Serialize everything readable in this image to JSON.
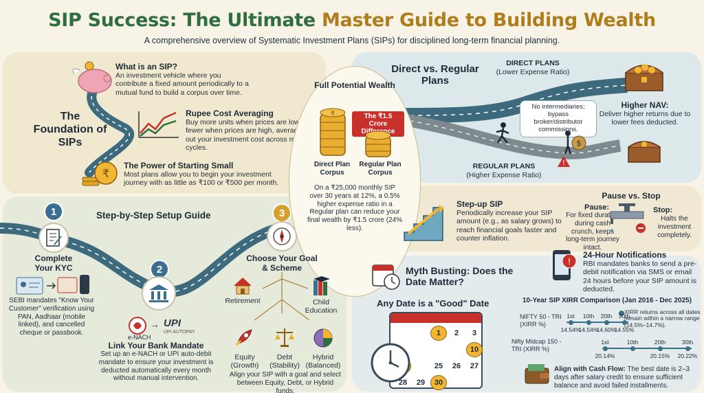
{
  "header": {
    "title_part1": "SIP Success: The Ultimate ",
    "title_part2": "Master Guide to Building Wealth",
    "subtitle": "A comprehensive overview of Systematic Investment Plans (SIPs) for disciplined long-term financial planning."
  },
  "foundation": {
    "heading": "The Foundation of SIPs",
    "what_title": "What is an SIP?",
    "what_body": "An investment vehicle where you contribute a fixed amount periodically to a mutual fund to build a corpus over time.",
    "rca_title": "Rupee Cost Averaging",
    "rca_body": "Buy more units when prices are low and fewer when prices are high, averaging out your investment cost across market cycles.",
    "small_title": "The Power of Starting Small",
    "small_body": "Most plans allow you to begin your investment journey with as little as ₹100 or ₹500 per month."
  },
  "wealth": {
    "title": "Full Potential Wealth",
    "diff_tag": "The ₹1.5 Crore Difference",
    "direct_label": "Direct Plan Corpus",
    "regular_label": "Regular Plan Corpus",
    "body": "On a ₹25,000 monthly SIP over 30 years at 12%, a 0.5% higher expense ratio in a Regular plan can reduce your final wealth by ₹1.5 crore (24% less)."
  },
  "plans": {
    "heading": "Direct vs. Regular Plans",
    "direct_title": "DIRECT PLANS",
    "direct_sub": "(Lower Expense Ratio)",
    "bubble": "No intermediaries; bypass broker/distributor commissions.",
    "nav_title": "Higher NAV:",
    "nav_body": "Deliver higher returns due to lower fees deducted.",
    "regular_title": "REGULAR PLANS",
    "regular_sub": "(Higher Expense Ratio)"
  },
  "setup": {
    "heading": "Step-by-Step Setup Guide",
    "step1_num": "1",
    "step1_title": "Complete Your KYC",
    "step1_body": "SEBI mandates \"Know Your Customer\" verification using PAN, Aadhaar (mobile linked), and cancelled cheque or passbook.",
    "step2_num": "2",
    "step2_title": "Link Your Bank Mandate",
    "step2_body": "Set up an e-NACH or UPI auto-debit mandate to ensure your investment is deducted automatically every month without manual intervention.",
    "enach_label": "e-NACH",
    "upi_label": "UPI",
    "upi_sub": "UPI AUTOPAY",
    "step3_num": "3",
    "step3_title": "Choose Your Goal & Scheme",
    "goal_retirement": "Retirement",
    "goal_child": "Child Education",
    "scheme_equity": "Equity (Growth)",
    "scheme_debt": "Debt (Stability)",
    "scheme_hybrid": "Hybrid (Balanced)",
    "step3_body": "Align your SIP with a goal and select between Equity, Debt, or Hybrid funds."
  },
  "stepup": {
    "title": "Step-up SIP",
    "body": "Periodically increase your SIP amount (e.g., as salary grows) to reach financial goals faster and counter inflation."
  },
  "pause": {
    "title": "Pause vs. Stop",
    "pause_label": "Pause:",
    "pause_body": "For fixed duration during cash crunch, keeps long-term journey intact.",
    "stop_label": "Stop:",
    "stop_body": "Halts the investment completely."
  },
  "notifications": {
    "title": "24-Hour Notifications",
    "body": "RBI mandates banks to send a pre-debit notification via SMS or email 24 hours before your SIP amount is deducted."
  },
  "myth": {
    "title": "Myth Busting: Does the Date Matter?",
    "any_date": "Any Date is a \"Good\" Date",
    "calendar": [
      [
        "",
        "",
        "1",
        "2",
        "3"
      ],
      [
        "",
        "",
        "",
        "",
        "10"
      ],
      [
        "20",
        "",
        "25",
        "26",
        "27"
      ],
      [
        "28",
        "29",
        "30",
        "",
        ""
      ]
    ],
    "highlighted": [
      "1",
      "10",
      "20",
      "30"
    ],
    "cash_flow_title": "Align with Cash Flow:",
    "cash_flow_body": "The best date is 2–3 days after salary credit to ensure sufficient balance and avoid failed installments."
  },
  "xirr": {
    "title": "10-Year SIP XIRR Comparison (Jan 2016 - Dec 2025)",
    "note": "XIRR returns across all dates remain within a narrow range (14.5%–14.7%).",
    "rows": [
      {
        "name": "NIFTY 50 - TRI (XIRR %)",
        "dates": [
          "1st",
          "10th",
          "20th",
          "30th"
        ],
        "values": [
          "14.54%",
          "14.54%",
          "14.60%",
          "14.55%"
        ]
      },
      {
        "name": "Nifty Midcap 150 - TRI (XIRR %)",
        "dates": [
          "1st",
          "10th",
          "20th",
          "30th"
        ],
        "values": [
          "20.14%",
          "",
          "20.15%",
          "20.22%"
        ]
      }
    ]
  },
  "colors": {
    "road": "#3e6a7e",
    "green": "#2f6e3f",
    "gold": "#d4a22c",
    "red": "#c8302c"
  }
}
